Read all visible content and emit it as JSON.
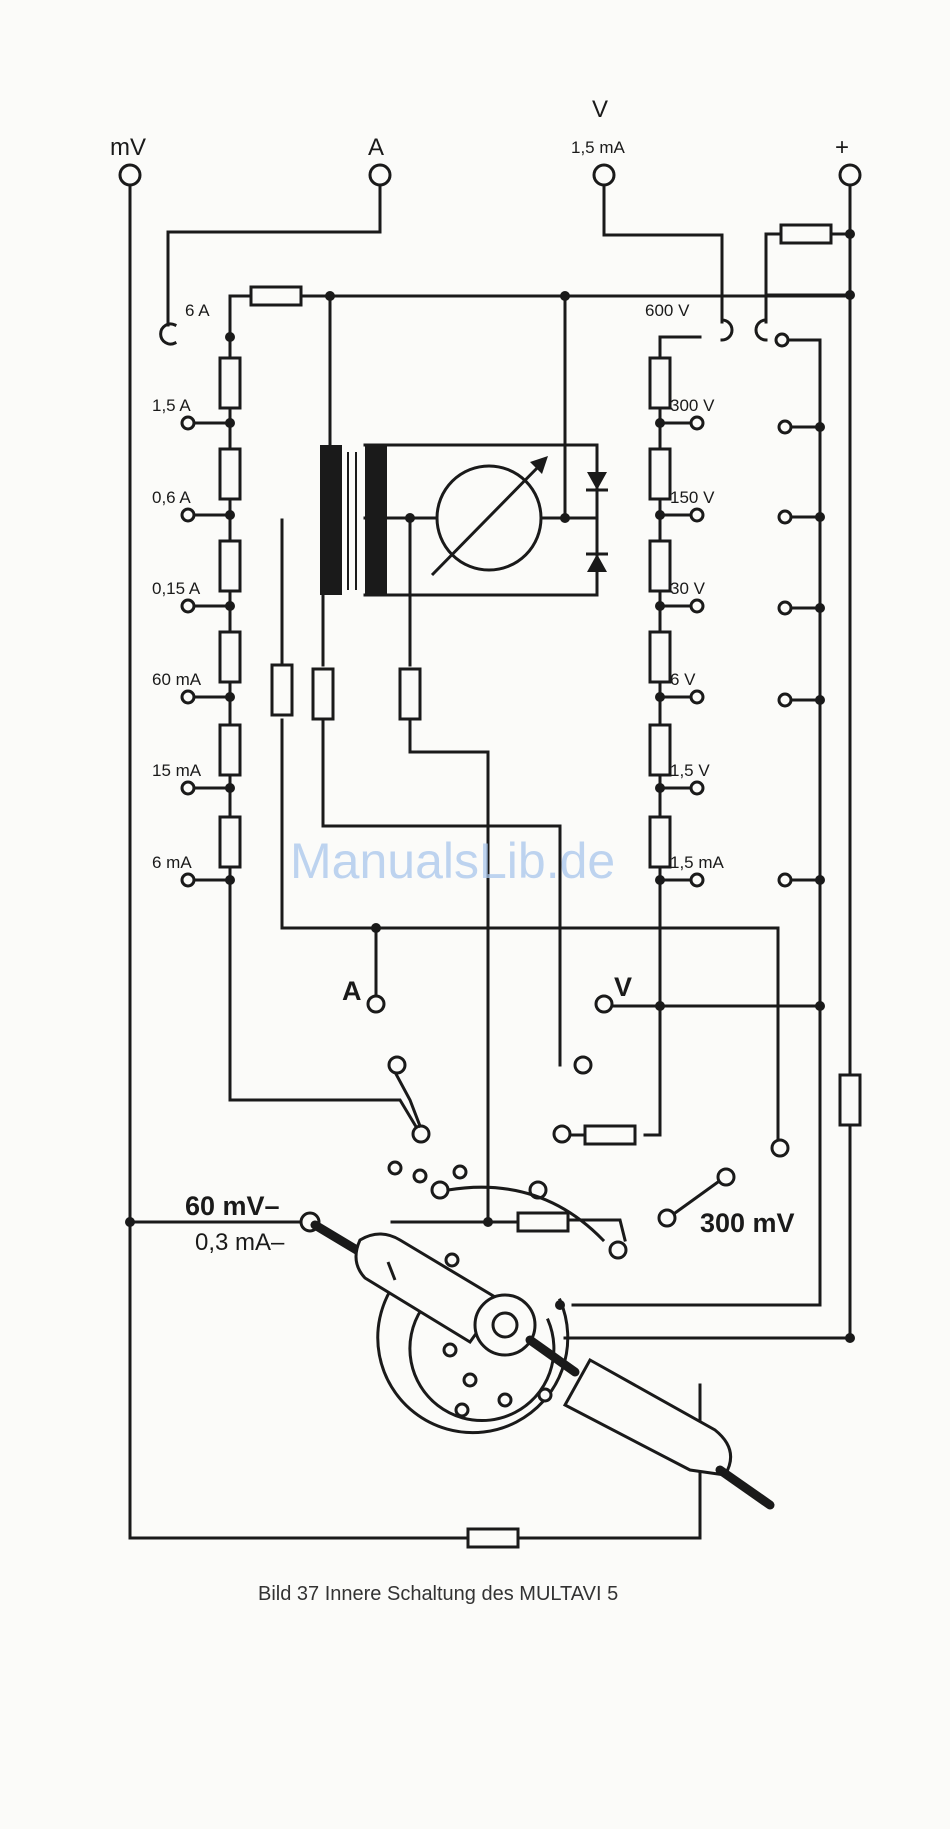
{
  "terminals": {
    "mv": "mV",
    "a": "A",
    "v_top": "V",
    "v_ma": "1,5 mA",
    "plus": "+"
  },
  "current_ranges": [
    "6 A",
    "1,5 A",
    "0,6 A",
    "0,15 A",
    "60 mA",
    "15 mA",
    "6 mA"
  ],
  "voltage_ranges": [
    "600 V",
    "300 V",
    "150 V",
    "30 V",
    "6 V",
    "1,5 V",
    "1,5 mA"
  ],
  "switch_labels": {
    "a": "A",
    "v": "V",
    "mv60": "60 mV–",
    "ma03": "0,3 mA–",
    "mv300": "300 mV"
  },
  "caption": "Bild 37 Innere Schaltung des MULTAVI 5",
  "watermark": "ManualsLib.de"
}
